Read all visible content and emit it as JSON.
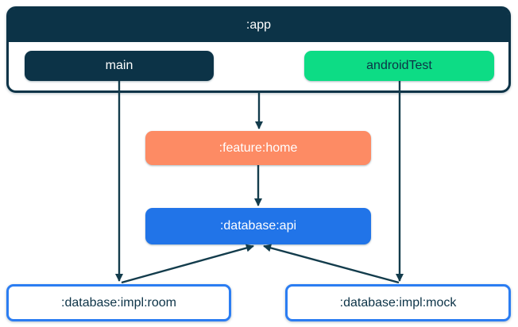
{
  "diagram": {
    "description": "Gradle module dependency diagram",
    "nodes": {
      "app": {
        "label": ":app",
        "bg": "#0c3347",
        "text_color": "#ffffff"
      },
      "main": {
        "label": "main",
        "bg": "#0c3347",
        "text_color": "#ffffff"
      },
      "android_test": {
        "label": "androidTest",
        "bg": "#0ddc85",
        "text_color": "#0c3347"
      },
      "feature_home": {
        "label": ":feature:home",
        "bg": "#fd8b64",
        "text_color": "#ffffff"
      },
      "database_api": {
        "label": ":database:api",
        "bg": "#2174e8",
        "text_color": "#ffffff"
      },
      "database_impl_room": {
        "label": ":database:impl:room",
        "bg": "#ffffff",
        "border": "#2b7df2",
        "text_color": "#0c3347"
      },
      "database_impl_mock": {
        "label": ":database:impl:mock",
        "bg": "#ffffff",
        "border": "#2b7df2",
        "text_color": "#0c3347"
      }
    },
    "edges": [
      {
        "from": "main",
        "to": "database_impl_room"
      },
      {
        "from": "app",
        "to": "feature_home"
      },
      {
        "from": "feature_home",
        "to": "database_api"
      },
      {
        "from": "android_test",
        "to": "database_impl_mock"
      },
      {
        "from": "database_impl_room",
        "to": "database_api"
      },
      {
        "from": "database_impl_mock",
        "to": "database_api"
      }
    ],
    "colors": {
      "navy": "#0c3347",
      "green": "#0ddc85",
      "orange": "#fd8b64",
      "blue": "#2174e8",
      "impl_border_blue": "#2b7df2",
      "arrow": "#133c4c",
      "background": "#ffffff"
    }
  }
}
